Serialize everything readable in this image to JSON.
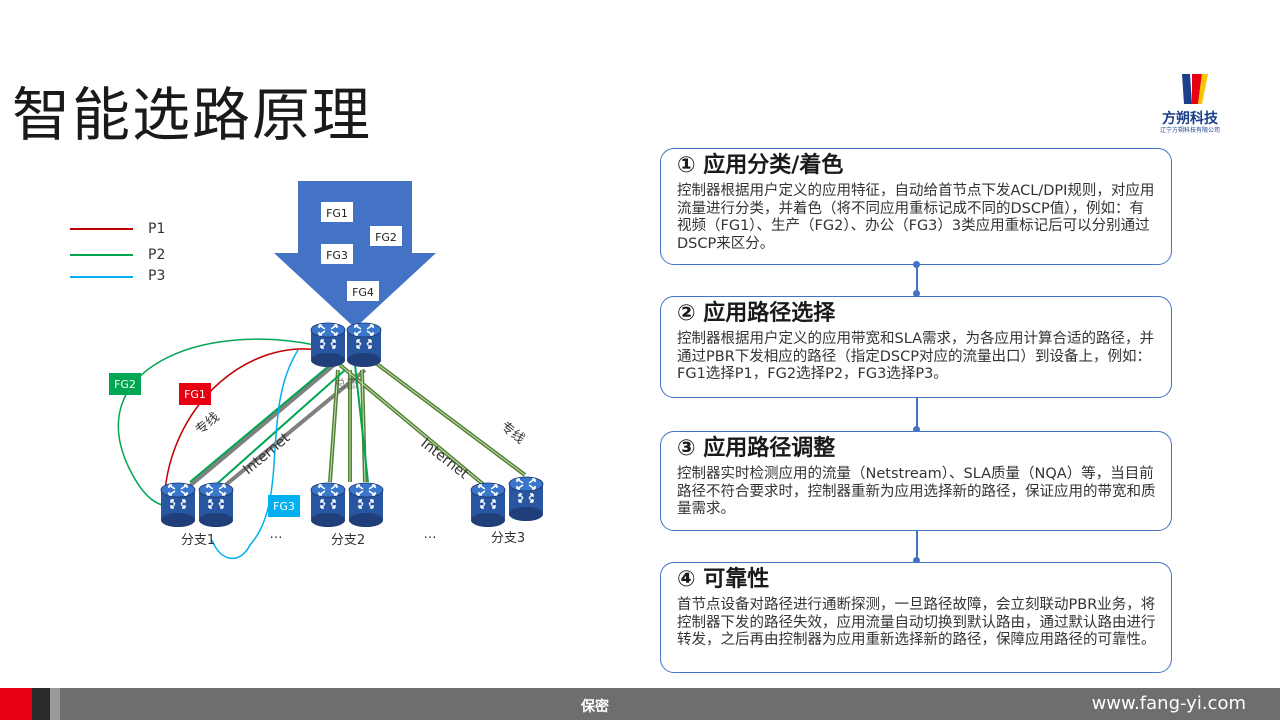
{
  "title": "智能选路原理",
  "logo": {
    "name": "方朔科技",
    "subtitle": "辽宁方朔科技有限公司"
  },
  "legend": [
    {
      "label": "P1",
      "color": "#c00000"
    },
    {
      "label": "P2",
      "color": "#00a651"
    },
    {
      "label": "P3",
      "color": "#00b0f0"
    }
  ],
  "diagram": {
    "arrow_labels": [
      "FG1",
      "FG2",
      "FG3",
      "FG4"
    ],
    "tags": {
      "fg2": "FG2",
      "fg1": "FG1",
      "fg3": "FG3"
    },
    "link_labels": {
      "dedicated_left": "专线",
      "internet_left": "Internet",
      "internet_right": "Internet",
      "dedicated_right": "专线"
    },
    "hq_label": "总部",
    "branches": [
      "分支1",
      "分支2",
      "分支3"
    ],
    "ellipsis": [
      "…",
      "…"
    ]
  },
  "steps": [
    {
      "heading": "① 应用分类/着色",
      "text": "控制器根据用户定义的应用特征，自动给首节点下发ACL/DPI规则，对应用流量进行分类，并着色（将不同应用重标记成不同的DSCP值），例如：有视频（FG1）、生产（FG2）、办公（FG3）3类应用重标记后可以分别通过DSCP来区分。"
    },
    {
      "heading": "② 应用路径选择",
      "text": "控制器根据用户定义的应用带宽和SLA需求，为各应用计算合适的路径，并通过PBR下发相应的路径（指定DSCP对应的流量出口）到设备上，例如：FG1选择P1，FG2选择P2，FG3选择P3。"
    },
    {
      "heading": "③ 应用路径调整",
      "text": "控制器实时检测应用的流量（Netstream）、SLA质量（NQA）等，当目前路径不符合要求时，控制器重新为应用选择新的路径，保证应用的带宽和质量需求。"
    },
    {
      "heading": "④ 可靠性",
      "text": "首节点设备对路径进行通断探测，一旦路径故障，会立刻联动PBR业务，将控制器下发的路径失效，应用流量自动切换到默认路由，通过默认路由进行转发，之后再由控制器为应用重新选择新的路径，保障应用路径的可靠性。"
    }
  ],
  "footer": {
    "confidential": "保密",
    "url": "www.fang-yi.com"
  }
}
